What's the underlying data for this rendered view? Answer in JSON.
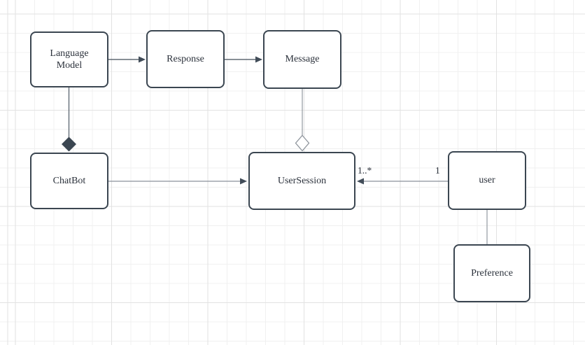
{
  "canvas": {
    "type": "uml-class-diagram",
    "background": "#ffffff",
    "grid_minor_color": "#f0f0f0",
    "grid_major_color": "#e2e2e2"
  },
  "diagram": {
    "nodes": [
      {
        "id": "language-model",
        "label": "Language\nModel"
      },
      {
        "id": "response",
        "label": "Response"
      },
      {
        "id": "message",
        "label": "Message"
      },
      {
        "id": "chatbot",
        "label": "ChatBot"
      },
      {
        "id": "user-session",
        "label": "UserSession"
      },
      {
        "id": "user",
        "label": "user"
      },
      {
        "id": "preference",
        "label": "Preference"
      }
    ],
    "edges": [
      {
        "from": "language-model",
        "to": "response",
        "type": "directed-arrow"
      },
      {
        "from": "response",
        "to": "message",
        "type": "directed-arrow"
      },
      {
        "from": "chatbot",
        "to": "user-session",
        "type": "directed-arrow"
      },
      {
        "from": "user",
        "to": "user-session",
        "type": "directed-arrow",
        "source_multiplicity": "1",
        "target_multiplicity": "1..*"
      },
      {
        "from": "chatbot",
        "to": "language-model",
        "type": "composition-diamond"
      },
      {
        "from": "user-session",
        "to": "message",
        "type": "aggregation-diamond"
      },
      {
        "from": "user",
        "to": "preference",
        "type": "plain-line"
      }
    ],
    "multiplicity_labels": [
      {
        "text": "1..*"
      },
      {
        "text": "1"
      }
    ]
  },
  "colors": {
    "node_border": "#3b4651",
    "node_fill": "#ffffff",
    "node_text": "#2b313b",
    "edge_dark": "#414c58",
    "edge_gray": "#8a919a",
    "composition_diamond_fill": "#3b4651",
    "aggregation_diamond_stroke": "#8f959d"
  }
}
